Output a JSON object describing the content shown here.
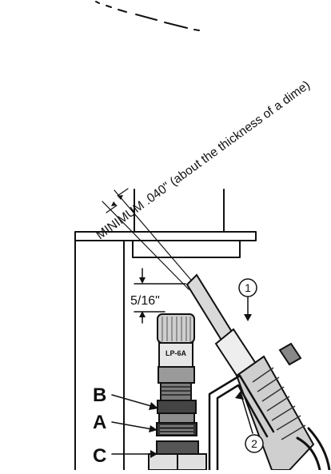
{
  "annotations": {
    "gap_note": "MINIMUM .040\" (about the thickness of a dime)",
    "gap_dimension": "5/16\""
  },
  "callouts": {
    "one": "1",
    "two": "2"
  },
  "part_labels": {
    "b": "B",
    "a": "A",
    "c": "C"
  },
  "plug_marking": "LP-6A"
}
